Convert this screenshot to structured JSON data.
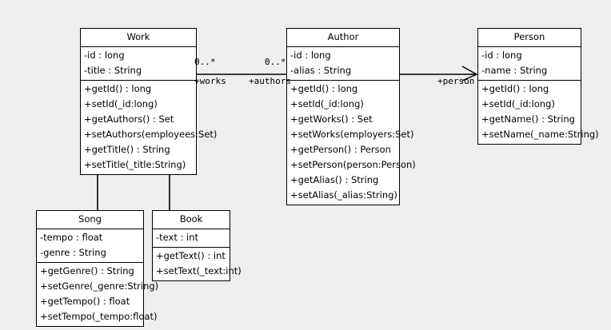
{
  "diagram": {
    "title": "UML Class Diagram",
    "background_color": "#eeeeee",
    "box_fill_color": "#ffffff",
    "line_color": "#000000"
  },
  "classes": {
    "work": {
      "name": "Work",
      "attributes": [
        "-id : long",
        "-title : String"
      ],
      "operations": [
        "+getId() : long",
        "+setId(_id:long)",
        "+getAuthors() : Set",
        "+setAuthors(employees:Set)",
        "+getTitle() : String",
        "+setTitle(_title:String)"
      ]
    },
    "author": {
      "name": "Author",
      "attributes": [
        "-id : long",
        "-alias : String"
      ],
      "operations": [
        "+getId() : long",
        "+setId(_id:long)",
        "+getWorks() : Set",
        "+setWorks(employers:Set)",
        "+getPerson() : Person",
        "+setPerson(person:Person)",
        "+getAlias() : String",
        "+setAlias(_alias:String)"
      ]
    },
    "person": {
      "name": "Person",
      "attributes": [
        "-id : long",
        "-name : String"
      ],
      "operations": [
        "+getId() : long",
        "+setId(_id:long)",
        "+getName() : String",
        "+setName(_name:String)"
      ]
    },
    "song": {
      "name": "Song",
      "attributes": [
        "-tempo : float",
        "-genre : String"
      ],
      "operations": [
        "+getGenre() : String",
        "+setGenre(_genre:String)",
        "+getTempo() : float",
        "+setTempo(_tempo:float)"
      ]
    },
    "book": {
      "name": "Book",
      "attributes": [
        "-text : int"
      ],
      "operations": [
        "+getText() : int",
        "+setText(_text:int)"
      ]
    }
  },
  "associations": {
    "work_author": {
      "source_multiplicity": "0..*",
      "target_multiplicity": "0..*",
      "source_role": "+works",
      "target_role": "+authors"
    },
    "author_person": {
      "target_role": "+person"
    }
  },
  "generalizations": [
    {
      "child": "Song",
      "parent": "Work"
    },
    {
      "child": "Book",
      "parent": "Work"
    }
  ]
}
